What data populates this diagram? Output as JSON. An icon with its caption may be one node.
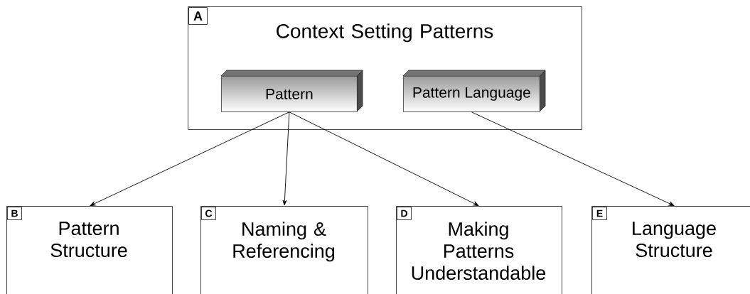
{
  "diagram": {
    "nodes": [
      {
        "text": [
          "A",
          "Context Setting Patterns"
        ]
      },
      {
        "text": [
          "Pattern"
        ],
        "in": 0
      },
      {
        "text": [
          "Pattern Language"
        ],
        "in": 0
      },
      {
        "text": [
          "B",
          "Pattern Structure"
        ]
      },
      {
        "text": [
          "C",
          "Naming & Referencing"
        ]
      },
      {
        "text": [
          "D",
          "Making Patterns Understandable"
        ]
      },
      {
        "text": [
          "E",
          "Language Structure"
        ]
      }
    ],
    "edges": [
      {
        "from": 1,
        "to": 3,
        "arrow": "to"
      },
      {
        "from": 1,
        "to": 4,
        "arrow": "to"
      },
      {
        "from": 1,
        "to": 5,
        "arrow": "to"
      },
      {
        "from": 2,
        "to": 6,
        "arrow": "to"
      }
    ]
  }
}
